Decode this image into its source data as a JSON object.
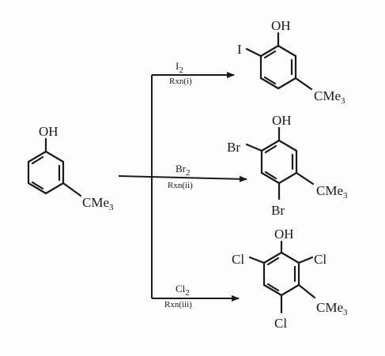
{
  "starting_material": {
    "labels": {
      "oh": "OH",
      "substituent": "CMe3"
    }
  },
  "reactions": [
    {
      "reagent": "I2",
      "condition": "Rxn(i)",
      "product": {
        "oh": "OH",
        "halogen": "I",
        "substituent": "CMe3"
      }
    },
    {
      "reagent": "Br2",
      "condition": "Rxn(ii)",
      "product": {
        "oh": "OH",
        "halogen_1": "Br",
        "halogen_2": "Br",
        "substituent": "CMe3"
      }
    },
    {
      "reagent": "Cl2",
      "condition": "Rxn(iii)",
      "product": {
        "oh": "OH",
        "halogen_1": "Cl",
        "halogen_2": "Cl",
        "halogen_3": "Cl",
        "substituent": "CMe3"
      }
    }
  ]
}
